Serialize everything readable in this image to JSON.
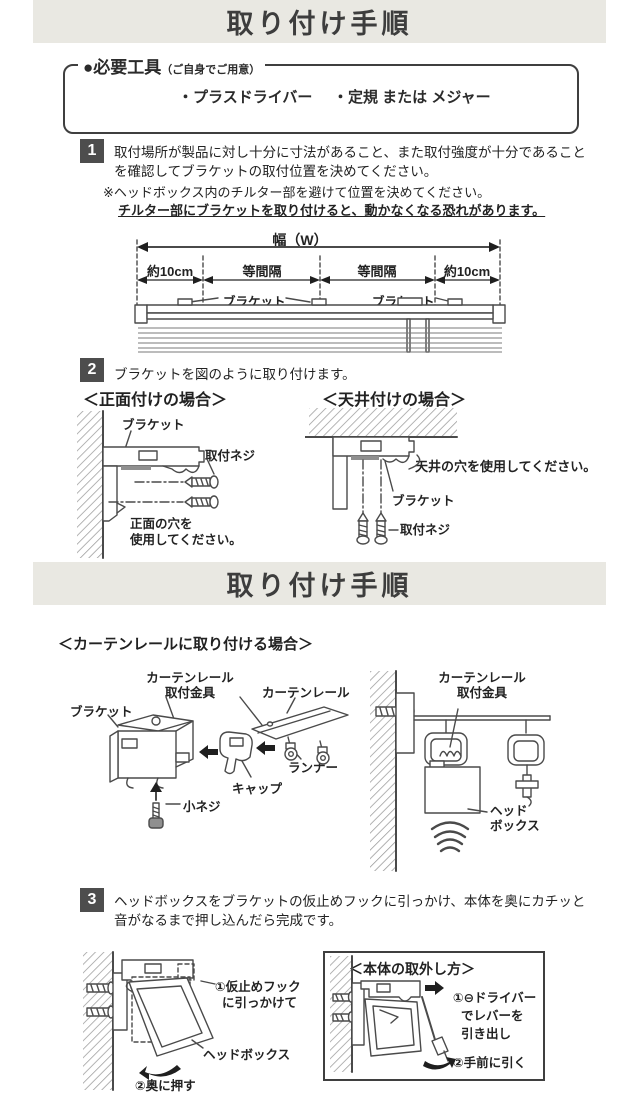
{
  "colors": {
    "band_bg": "#e9e8e2",
    "step_number_bg": "#4d4d4d",
    "text": "#2b2b2b",
    "line_art": "#4a4a4a"
  },
  "header": {
    "title": "取り付け手順"
  },
  "header2": {
    "title": "取り付け手順"
  },
  "tools": {
    "label": "●必要工具",
    "label_note": "（ご自身でご用意）",
    "items": [
      "・プラスドライバー",
      "・定規 または メジャー"
    ]
  },
  "step1": {
    "number": "1",
    "line1": "取付場所が製品に対し十分に寸法があること、また取付強度が十分であること",
    "line2": "を確認してブラケットの取付位置を決めてください。",
    "note1": "※ヘッドボックス内のチルター部を避けて位置を決めてください。",
    "note2": "チルター部にブラケットを取り付けると、動かなくなる恐れがあります。"
  },
  "width_diagram": {
    "width_label": "幅（W）",
    "segments": [
      "約10cm",
      "等間隔",
      "等間隔",
      "約10cm"
    ],
    "bracket_label1": "ブラケット",
    "bracket_label2": "ブラケット"
  },
  "step2": {
    "number": "2",
    "text": "ブラケットを図のように取り付けます。",
    "front": {
      "heading": "＜正面付けの場合＞",
      "bracket": "ブラケット",
      "screw": "取付ネジ",
      "note_line1": "正面の穴を",
      "note_line2": "使用してください。"
    },
    "ceiling": {
      "heading": "＜天井付けの場合＞",
      "note": "天井の穴を使用してください。",
      "bracket": "ブラケット",
      "screw": "取付ネジ"
    }
  },
  "rail_section": {
    "heading": "＜カーテンレールに取り付ける場合＞",
    "left": {
      "fitting_line1": "カーテンレール",
      "fitting_line2": "取付金具",
      "rail": "カーテンレール",
      "bracket": "ブラケット",
      "runner": "ランナー",
      "cap": "キャップ",
      "screw": "小ネジ"
    },
    "right": {
      "fitting_line1": "カーテンレール",
      "fitting_line2": "取付金具",
      "headbox_line1": "ヘッド",
      "headbox_line2": "ボックス"
    }
  },
  "step3": {
    "number": "3",
    "line1": "ヘッドボックスをブラケットの仮止めフックに引っかけ、本体を奥にカチッと",
    "line2": "音がなるまで押し込んだら完成です。",
    "left": {
      "hook_line1": "①仮止めフック",
      "hook_line2": "に引っかけて",
      "headbox": "ヘッドボックス",
      "push": "②奥に押す"
    },
    "removal": {
      "heading": "＜本体の取外し方＞",
      "step1_line1": "①⊖ドライバー",
      "step1_line2": "でレバーを",
      "step1_line3": "引き出し",
      "step2": "②手前に引く"
    }
  }
}
